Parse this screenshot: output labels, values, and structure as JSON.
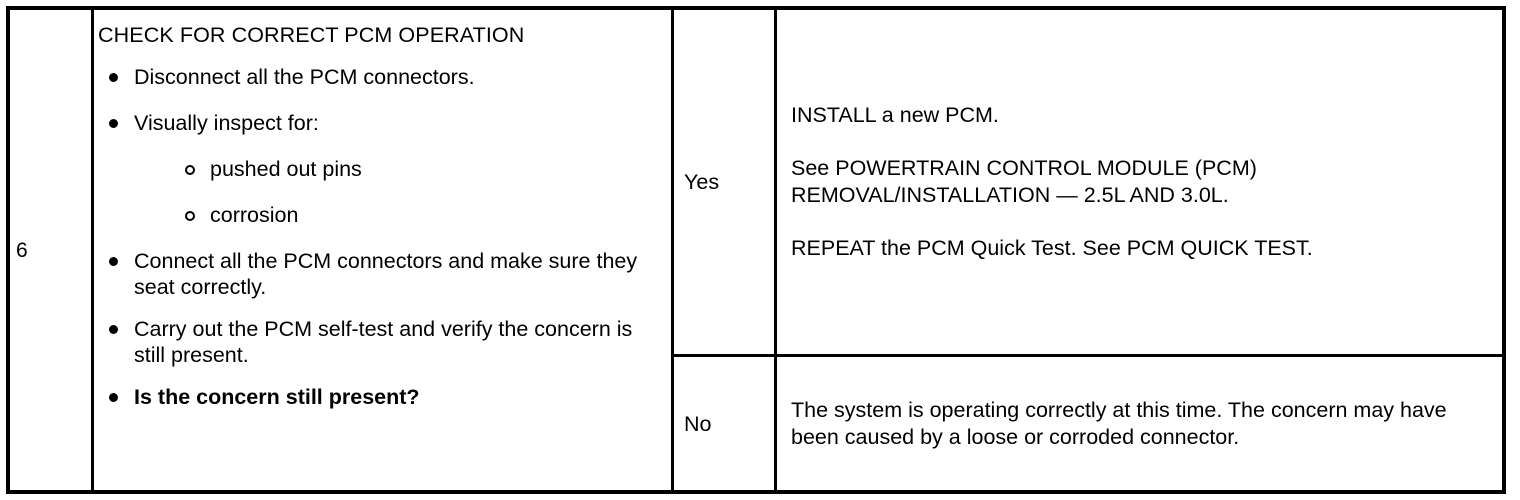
{
  "document": {
    "type": "diagnostic-procedure-table"
  },
  "table": {
    "step_number": "6",
    "test": {
      "title": "CHECK FOR CORRECT PCM OPERATION",
      "bullets": [
        {
          "marker": "filled",
          "text": "Disconnect all the PCM connectors.",
          "bold": false
        },
        {
          "marker": "filled",
          "text": "Visually inspect for:",
          "bold": false
        },
        {
          "marker": "hollow",
          "text": "pushed out pins",
          "bold": false
        },
        {
          "marker": "hollow",
          "text": "corrosion",
          "bold": false
        },
        {
          "marker": "filled",
          "text": "Connect all the PCM connectors and make sure they seat correctly.",
          "bold": false
        },
        {
          "marker": "filled",
          "text": "Carry out the PCM self-test and verify the concern is still present.",
          "bold": false
        },
        {
          "marker": "filled",
          "text": "Is the concern still present?",
          "bold": true
        }
      ]
    },
    "rows": [
      {
        "answer": "Yes",
        "action_paragraphs": [
          "INSTALL a new PCM.",
          "See POWERTRAIN CONTROL MODULE (PCM) REMOVAL/INSTALLATION — 2.5L AND 3.0L.",
          "REPEAT the PCM Quick Test. See PCM QUICK TEST."
        ]
      },
      {
        "answer": "No",
        "action_paragraphs": [
          "The system is operating correctly at this time. The concern may have been caused by a loose or corroded connector."
        ]
      }
    ]
  },
  "colors": {
    "border": "#000000",
    "text": "#000000",
    "background": "#ffffff"
  }
}
